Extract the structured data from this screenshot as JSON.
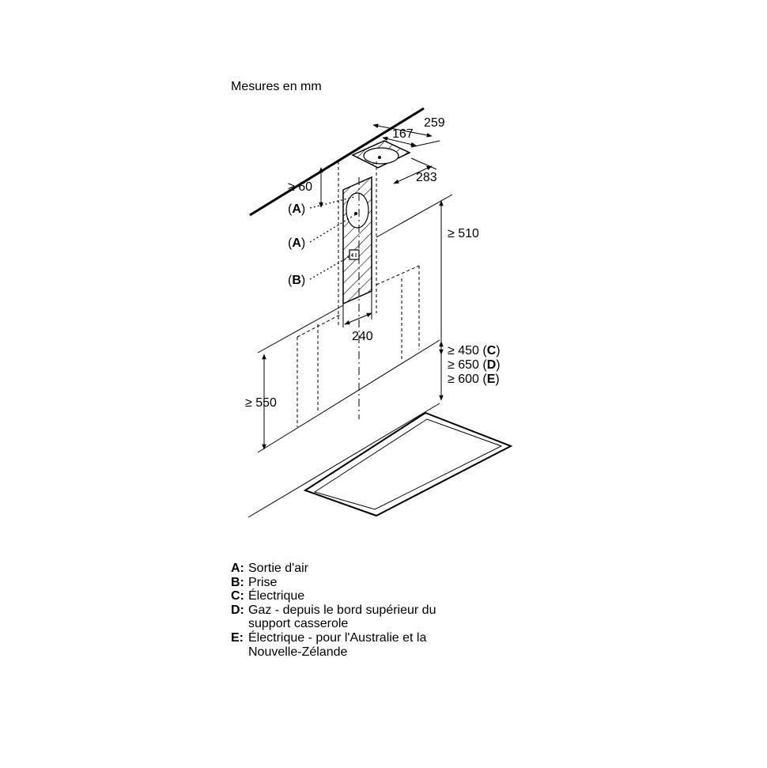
{
  "title": "Mesures en mm",
  "dimensions": {
    "d259": "259",
    "d167": "167",
    "d283": "283",
    "d60": "≥ 60",
    "d510": "≥ 510",
    "d240": "240",
    "d550": "≥ 550",
    "d450": "≥ 450",
    "d650": "≥ 650",
    "d600": "≥ 600"
  },
  "callouts": {
    "a1": "A",
    "a2": "A",
    "b": "B",
    "c": "C",
    "d": "D",
    "e": "E"
  },
  "legend": [
    {
      "key": "A:",
      "text": "Sortie d'air"
    },
    {
      "key": "B:",
      "text": "Prise"
    },
    {
      "key": "C:",
      "text": "Électrique"
    },
    {
      "key": "D:",
      "text": "Gaz - depuis le bord supérieur du support casserole"
    },
    {
      "key": "E:",
      "text": "Électrique - pour l'Australie et la Nouvelle-Zélande"
    }
  ]
}
